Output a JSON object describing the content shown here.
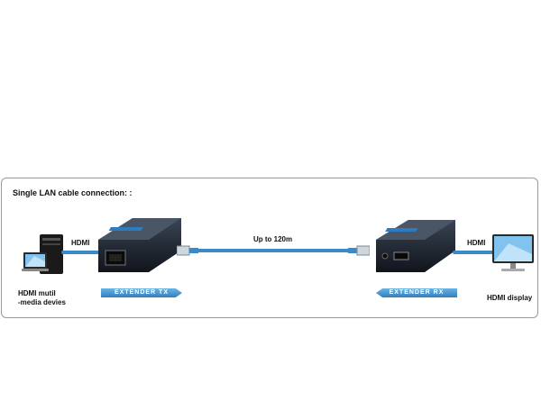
{
  "diagram": {
    "title": "Single LAN cable connection: :",
    "source_label_line1": "HDMI mutil",
    "source_label_line2": "-media devies",
    "left_hdmi": "HDMI",
    "distance": "Up to 120m",
    "right_hdmi": "HDMI",
    "display_label": "HDMI display",
    "tx_badge": "EXTENDER TX",
    "rx_badge": "EXTENDER RX",
    "colors": {
      "cable": "#3a8ac8",
      "device_body": "#1e2430",
      "badge": "#4a9ad4"
    }
  }
}
